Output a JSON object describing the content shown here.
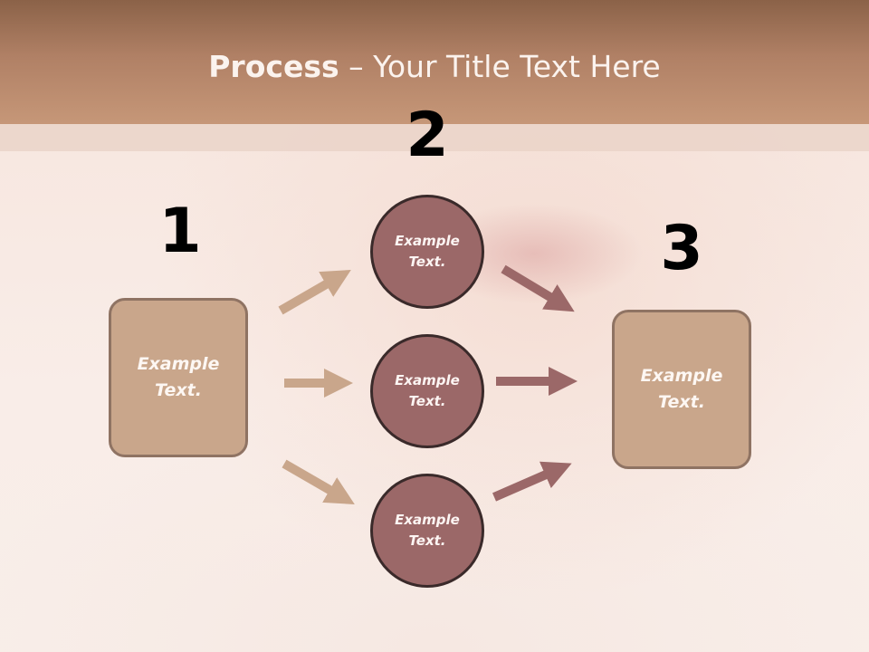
{
  "title": {
    "bold": "Process",
    "rest": " – Your Title Text Here"
  },
  "steps": {
    "one": "1",
    "two": "2",
    "three": "3"
  },
  "left_box": {
    "text": "Example Text."
  },
  "right_box": {
    "text": "Example Text."
  },
  "circles": [
    {
      "text": "Example Text."
    },
    {
      "text": "Example Text."
    },
    {
      "text": "Example Text."
    }
  ],
  "colors": {
    "header": "#b08065",
    "box_fill": "#c9a68b",
    "circle_fill": "#9b6868",
    "arrow_light": "#c9a68b",
    "arrow_dark": "#9b6868"
  }
}
